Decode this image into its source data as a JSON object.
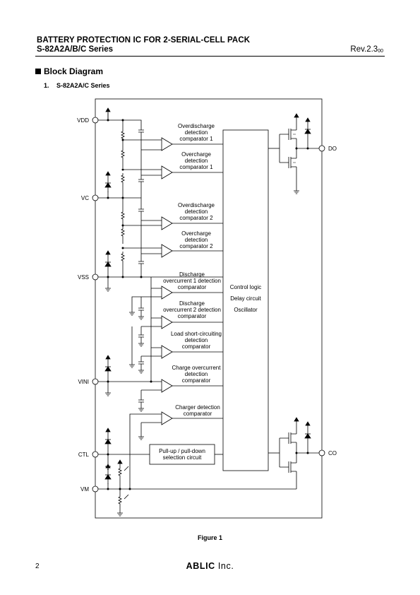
{
  "header": {
    "title": "BATTERY PROTECTION IC FOR 2-SERIAL-CELL PACK",
    "series": "S-82A2A/B/C Series",
    "rev_main": "Rev.2.3",
    "rev_sub": "00"
  },
  "section": {
    "title": "Block Diagram"
  },
  "subsection": {
    "number": "1.",
    "title": "S-82A2A/C Series"
  },
  "pins": {
    "vdd": "VDD",
    "vc": "VC",
    "vss": "VSS",
    "vini": "VINI",
    "ctl": "CTL",
    "vm": "VM",
    "do": "DO",
    "co": "CO"
  },
  "comparators": {
    "od1": [
      "Overdischarge",
      "detection",
      "comparator 1"
    ],
    "oc1": [
      "Overcharge",
      "detection",
      "comparator 1"
    ],
    "od2": [
      "Overdischarge",
      "detection",
      "comparator 2"
    ],
    "oc2": [
      "Overcharge",
      "detection",
      "comparator 2"
    ],
    "doc1": [
      "Discharge",
      "overcurrent 1 detection",
      "comparator"
    ],
    "doc2": [
      "Discharge",
      "overcurrent 2 detection",
      "comparator"
    ],
    "lsc": [
      "Load short-circuiting",
      "detection",
      "comparator"
    ],
    "coc": [
      "Charge overcurrent",
      "detection",
      "comparator"
    ],
    "chg": [
      "Charger detection",
      "comparator"
    ]
  },
  "control": [
    "Control logic",
    "Delay circuit",
    "Oscillator"
  ],
  "pullup": [
    "Pull-up / pull-down",
    "selection circuit"
  ],
  "figure_caption": "Figure 1",
  "footer": {
    "page_number": "2",
    "logo_main": "ABLIC",
    "logo_inc": "Inc."
  }
}
